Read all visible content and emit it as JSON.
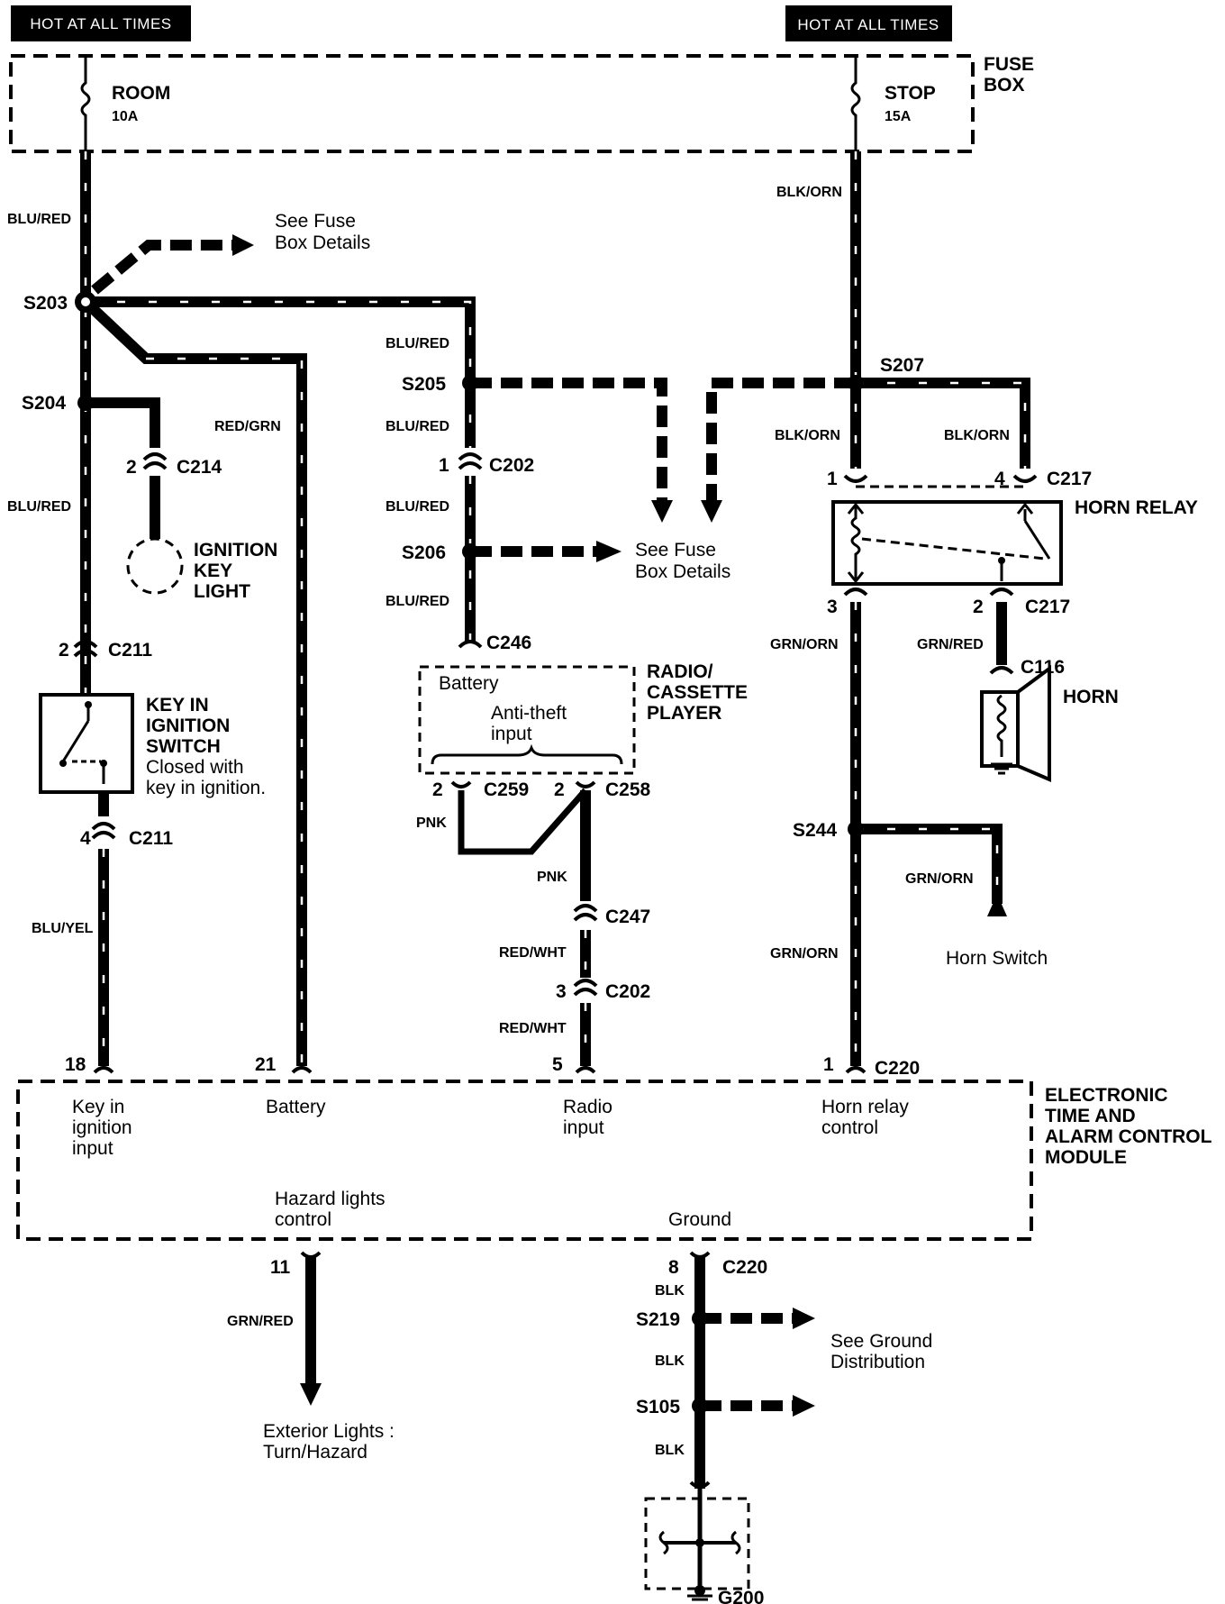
{
  "hot_labels": {
    "left": "HOT AT ALL TIMES",
    "right": "HOT AT ALL TIMES"
  },
  "fuse_box": {
    "label_line1": "FUSE",
    "label_line2": "BOX",
    "fuses": [
      {
        "name": "ROOM",
        "rating": "10A"
      },
      {
        "name": "STOP",
        "rating": "15A"
      }
    ]
  },
  "references": {
    "fuse_box_details_1": [
      "See Fuse",
      "Box Details"
    ],
    "fuse_box_details_2": [
      "See Fuse",
      "Box Details"
    ],
    "ground_distribution": [
      "See Ground",
      "Distribution"
    ],
    "exterior_lights": [
      "Exterior Lights :",
      "Turn/Hazard"
    ],
    "horn_switch": "Horn Switch"
  },
  "splices": [
    "S203",
    "S204",
    "S205",
    "S206",
    "S207",
    "S244",
    "S219",
    "S105"
  ],
  "connectors": {
    "c214": {
      "pin": "2",
      "name": "C214"
    },
    "c211_top": {
      "pin": "2",
      "name": "C211"
    },
    "c211_bottom": {
      "pin": "4",
      "name": "C211"
    },
    "c202_top": {
      "pin": "1",
      "name": "C202"
    },
    "c202_bottom": {
      "pin": "3",
      "name": "C202"
    },
    "c246": {
      "name": "C246"
    },
    "c259": {
      "pin": "2",
      "name": "C259"
    },
    "c258": {
      "pin": "2",
      "name": "C258"
    },
    "c247": {
      "name": "C247"
    },
    "c217_top": {
      "pin1": "1",
      "pin4": "4",
      "name": "C217"
    },
    "c217_bottom": {
      "pin3": "3",
      "pin2": "2",
      "name": "C217"
    },
    "c116": {
      "name": "C116"
    },
    "c220_top": {
      "name": "C220"
    },
    "c220_bottom": {
      "pin": "8",
      "name": "C220"
    }
  },
  "wire_colors": {
    "blu_red": "BLU/RED",
    "red_grn": "RED/GRN",
    "blk_orn": "BLK/ORN",
    "grn_orn": "GRN/ORN",
    "grn_red": "GRN/RED",
    "blu_yel": "BLU/YEL",
    "pnk": "PNK",
    "red_wht": "RED/WHT",
    "blk": "BLK"
  },
  "components": {
    "ignition_key_light": [
      "IGNITION",
      "KEY",
      "LIGHT"
    ],
    "key_switch": [
      "KEY IN",
      "IGNITION",
      "SWITCH"
    ],
    "key_switch_note": [
      "Closed with",
      "key in ignition."
    ],
    "radio": [
      "RADIO/",
      "CASSETTE",
      "PLAYER"
    ],
    "radio_battery": "Battery",
    "radio_antitheft": [
      "Anti-theft",
      "input"
    ],
    "horn_relay": "HORN RELAY",
    "horn": "HORN",
    "ground": "G200"
  },
  "module": {
    "name": [
      "ELECTRONIC",
      "TIME AND",
      "ALARM CONTROL",
      "MODULE"
    ],
    "pins": {
      "key_in": {
        "pin": "18",
        "label": [
          "Key in",
          "ignition",
          "input"
        ]
      },
      "battery": {
        "pin": "21",
        "label": [
          "Battery"
        ]
      },
      "radio": {
        "pin": "5",
        "label": [
          "Radio",
          "input"
        ]
      },
      "horn": {
        "pin": "1",
        "label": [
          "Horn relay",
          "control"
        ]
      },
      "hazard": {
        "pin": "11",
        "label": [
          "Hazard lights",
          "control"
        ]
      },
      "ground": {
        "label": [
          "Ground"
        ]
      }
    }
  }
}
